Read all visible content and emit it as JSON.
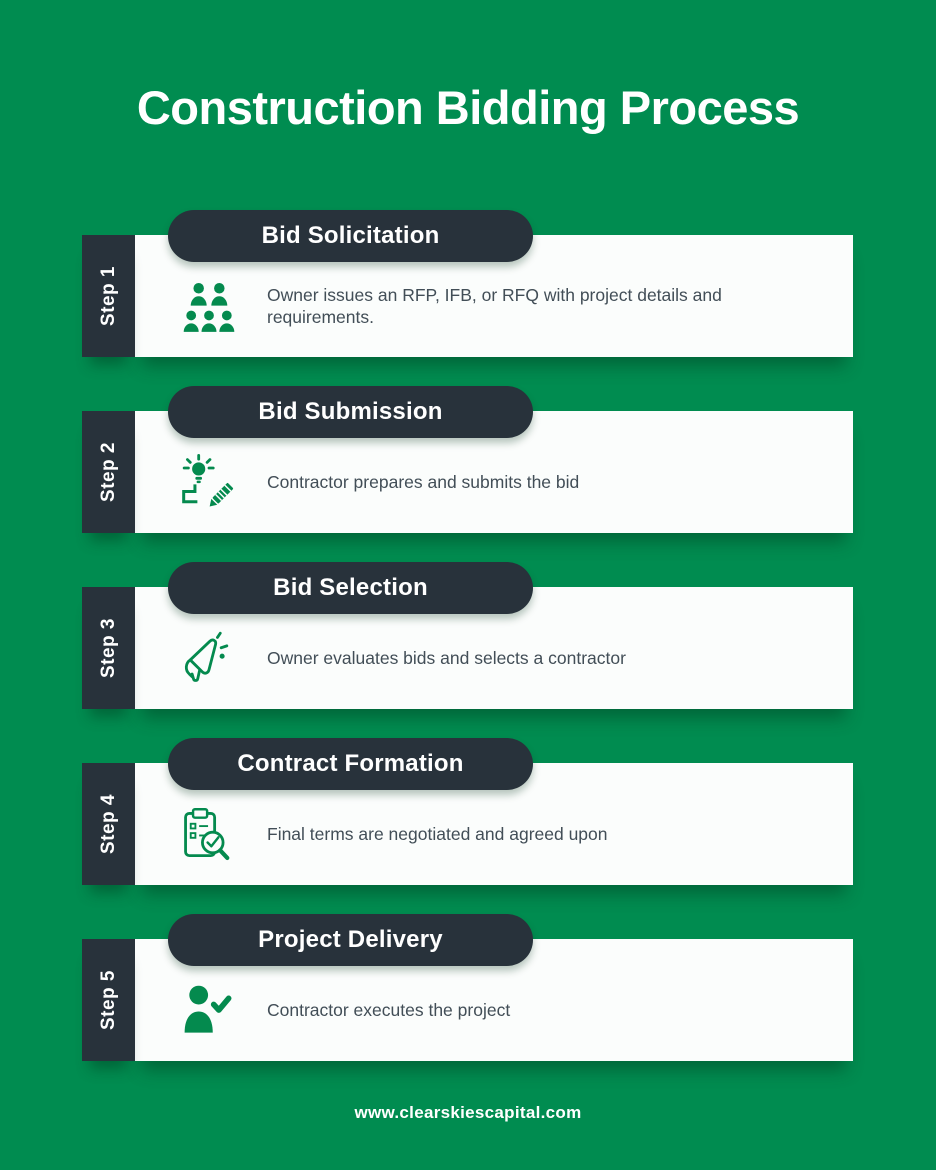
{
  "page": {
    "title": "Construction Bidding Process",
    "footer": "www.clearskiescapital.com"
  },
  "colors": {
    "background": "#008C50",
    "dark_panel": "#28323B",
    "card": "#FBFDFC",
    "icon_green": "#048A4E",
    "body_text": "#424E57",
    "title_text": "#FFFFFF"
  },
  "steps": [
    {
      "step_label": "Step 1",
      "title": "Bid Solicitation",
      "description": "Owner issues an RFP, IFB, or RFQ with project details and requirements.",
      "icon": "people-group-icon"
    },
    {
      "step_label": "Step 2",
      "title": "Bid Submission",
      "description": "Contractor prepares and submits the bid",
      "icon": "idea-pencil-icon"
    },
    {
      "step_label": "Step 3",
      "title": "Bid Selection",
      "description": "Owner evaluates bids and selects a contractor",
      "icon": "megaphone-icon"
    },
    {
      "step_label": "Step 4",
      "title": "Contract Formation",
      "description": "Final terms are negotiated and agreed upon",
      "icon": "clipboard-magnifier-icon"
    },
    {
      "step_label": "Step 5",
      "title": "Project Delivery",
      "description": "Contractor executes the project",
      "icon": "person-check-icon"
    }
  ]
}
